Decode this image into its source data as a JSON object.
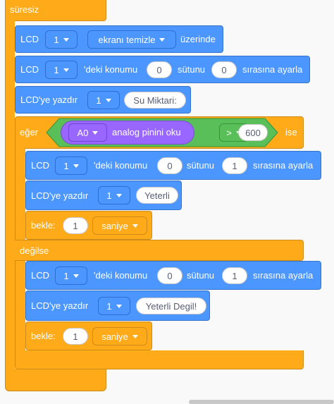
{
  "forever": {
    "label": "süresiz"
  },
  "lcd_clear": {
    "label": "LCD",
    "number": "1",
    "action": "ekranı temizle",
    "suffix": "üzerinde"
  },
  "lcd_cursor_1": {
    "label": "LCD",
    "number": "1",
    "text1": "'deki konumu",
    "col": "0",
    "text2": "sütunu",
    "row": "0",
    "text3": "sırasına ayarla"
  },
  "lcd_print_1": {
    "label": "LCD'ye yazdır",
    "number": "1",
    "value": "Su Miktari:"
  },
  "if_else": {
    "if_label": "eğer",
    "then_label": "ise",
    "else_label": "değilse",
    "sensor": {
      "pin": "A0",
      "text": "analog pinini oku"
    },
    "operator": ">",
    "threshold": "600"
  },
  "if_cursor": {
    "label": "LCD",
    "number": "1",
    "text1": "'deki konumu",
    "col": "0",
    "text2": "sütunu",
    "row": "1",
    "text3": "sırasına ayarla"
  },
  "if_print": {
    "label": "LCD'ye yazdır",
    "number": "1",
    "value": "Yeterli"
  },
  "if_wait": {
    "label": "bekle:",
    "value": "1",
    "unit": "saniye"
  },
  "else_cursor": {
    "label": "LCD",
    "number": "1",
    "text1": "'deki konumu",
    "col": "0",
    "text2": "sütunu",
    "row": "1",
    "text3": "sırasına ayarla"
  },
  "else_print": {
    "label": "LCD'ye yazdır",
    "number": "1",
    "value": "Yeterli Degil!"
  },
  "else_wait": {
    "label": "bekle:",
    "value": "1",
    "unit": "saniye"
  },
  "colors": {
    "control": "#FFAB19",
    "lcd": "#4C97FF",
    "operator": "#59C059",
    "sensor": "#9966FF"
  }
}
